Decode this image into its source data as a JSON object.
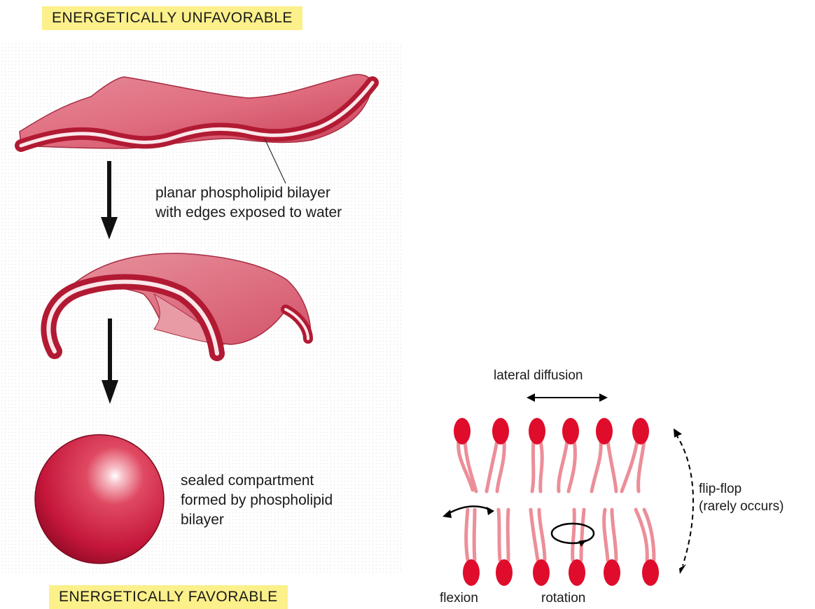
{
  "banners": {
    "top": "ENERGETICALLY UNFAVORABLE",
    "bottom": "ENERGETICALLY FAVORABLE"
  },
  "labels": {
    "planar_line1": "planar phospholipid bilayer",
    "planar_line2": "with edges exposed to water",
    "sealed_line1": "sealed compartment",
    "sealed_line2": "formed by phospholipid",
    "sealed_line3": "bilayer"
  },
  "motions": {
    "lateral": "lateral diffusion",
    "flipflop_line1": "flip-flop",
    "flipflop_line2": "(rarely occurs)",
    "flexion": "flexion",
    "rotation": "rotation"
  },
  "colors": {
    "membrane": "#d94258",
    "membrane_dark": "#b21a33",
    "membrane_light": "#e88a96",
    "stripe": "#fbe7ea",
    "head": "#e00c2b",
    "tail": "#ec8e98",
    "banner": "#fbf08a"
  }
}
